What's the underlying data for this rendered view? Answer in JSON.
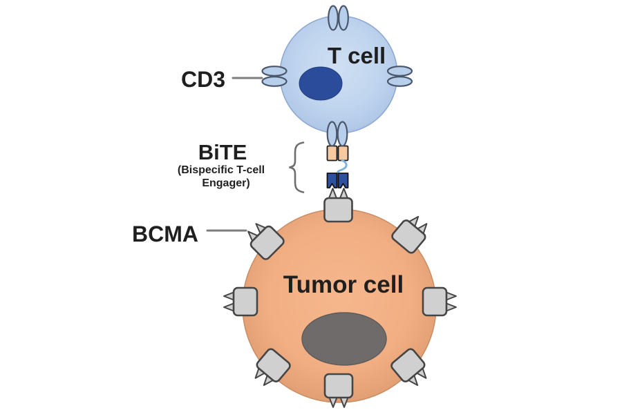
{
  "labels": {
    "t_cell": "T cell",
    "cd3": "CD3",
    "bite": "BiTE",
    "bite_sub1": "(Bispecific T-cell",
    "bite_sub2": "Engager)",
    "bcma": "BCMA",
    "tumor_cell": "Tumor cell"
  },
  "colors": {
    "background": "#ffffff",
    "t_cell_fill": "#bdd3ec",
    "t_cell_outline": "#8ca8cf",
    "t_cell_nucleus": "#2a4c9a",
    "cd3_receptor_fill": "#b7cfeb",
    "cd3_receptor_outline": "#49566b",
    "tumor_fill": "#f2ae83",
    "tumor_outline": "#c98c63",
    "tumor_nucleus": "#6f6b6b",
    "bcma_receptor_fill": "#d0d0d0",
    "bcma_receptor_outline": "#454545",
    "bite_anti_cd3_fill": "#f7c9a0",
    "bite_anti_bcma_fill": "#2d50a1",
    "bite_outline": "#1c1c1c",
    "linker": "#7fb2db",
    "pointer_line": "#7d7d7d",
    "brace": "#6e6e6e",
    "label_text": "#1f1f1f"
  }
}
